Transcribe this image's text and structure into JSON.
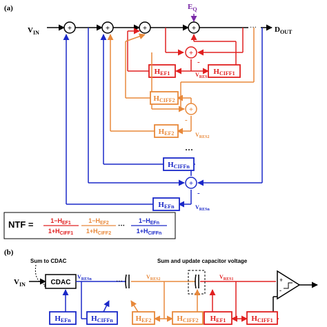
{
  "panel_a": {
    "label": "(a)",
    "input": {
      "main": "V",
      "sub": "IN"
    },
    "output": {
      "main": "D",
      "sub": "OUT"
    },
    "quant_noise": {
      "main": "E",
      "sub": "Q"
    },
    "dots": "···",
    "plus": "+",
    "minus": "-",
    "blocks": {
      "hef1": {
        "main": "H",
        "sub": "EF1"
      },
      "hciff1": {
        "main": "H",
        "sub": "CIFF1"
      },
      "hciff2": {
        "main": "H",
        "sub": "CIFF2"
      },
      "hef2": {
        "main": "H",
        "sub": "EF2"
      },
      "hciffn": {
        "main": "H",
        "sub": "CIFFn"
      },
      "hefn": {
        "main": "H",
        "sub": "EFn"
      }
    },
    "residues": {
      "res1": {
        "main": "V",
        "sub": "RES1"
      },
      "res2": {
        "main": "V",
        "sub": "RES2"
      },
      "resn": {
        "main": "V",
        "sub": "RESn"
      }
    },
    "vdots": "···"
  },
  "ntf": {
    "label": "NTF =",
    "t1_num": "1−H",
    "t1_num_sub": "EF1",
    "t1_den": "1+H",
    "t1_den_sub": "CIFF1",
    "t2_num": "1−H",
    "t2_num_sub": "EF2",
    "t2_den": "1+H",
    "t2_den_sub": "CIFF2",
    "t3_dots": "···",
    "t3_num": "1−H",
    "t3_num_sub": "EFn",
    "t3_den": "1+H",
    "t3_den_sub": "CIFFn"
  },
  "panel_b": {
    "label": "(b)",
    "sum_to_cdac": "Sum to CDAC",
    "sum_update": "Sum and update capacitor voltage",
    "cdac": "CDAC",
    "input": {
      "main": "V",
      "sub": "IN"
    },
    "res_n": {
      "main": "V",
      "sub": "RESn"
    },
    "res_2": {
      "main": "V",
      "sub": "RES2"
    },
    "res_1": {
      "main": "V",
      "sub": "RES1"
    },
    "dots": "···",
    "blocks": {
      "hefn": {
        "main": "H",
        "sub": "EFn"
      },
      "hciffn": {
        "main": "H",
        "sub": "CIFFn"
      },
      "hef2": {
        "main": "H",
        "sub": "EF2"
      },
      "hciff2": {
        "main": "H",
        "sub": "CIFF2"
      },
      "hef1": {
        "main": "H",
        "sub": "EF1"
      },
      "hciff1": {
        "main": "H",
        "sub": "CIFF1"
      }
    }
  },
  "colors": {
    "red": "#e02020",
    "orange": "#e8883a",
    "blue": "#1a28c8",
    "purple": "#7a2aa8",
    "black": "#000000"
  }
}
